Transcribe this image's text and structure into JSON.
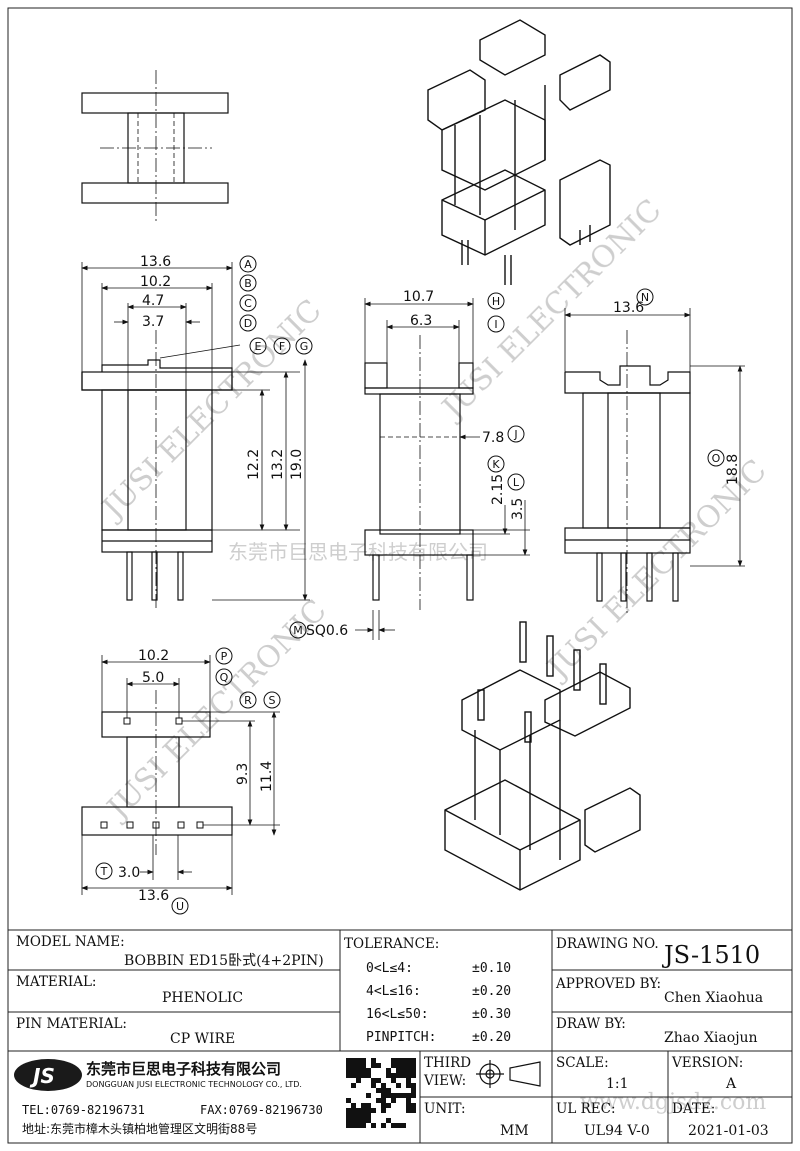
{
  "watermark": {
    "chinese": "东莞市巨思电子科技有限公司",
    "latin": "JUSI ELECTRONIC",
    "site": "www.dgjsdz.com"
  },
  "dimensions": {
    "front_width_outer": "13.6",
    "front_width_inner": "10.2",
    "front_core_4_7": "4.7",
    "front_core_3_7": "3.7",
    "front_height_12_2": "12.2",
    "front_height_13_2": "13.2",
    "front_height_19_0": "19.0",
    "side_width_10_7": "10.7",
    "side_width_6_3": "6.3",
    "side_7_8": "7.8",
    "side_2_15": "2.15",
    "side_3_5": "3.5",
    "pin_sq": "SQ0.6",
    "right_width_13_6": "13.6",
    "right_height_18_8": "18.8",
    "bottom_10_2": "10.2",
    "bottom_5_0": "5.0",
    "bottom_9_3": "9.3",
    "bottom_11_4": "11.4",
    "bottom_3_0": "3.0",
    "bottom_13_6": "13.6"
  },
  "callouts": [
    "A",
    "B",
    "C",
    "D",
    "E",
    "F",
    "G",
    "H",
    "I",
    "J",
    "K",
    "L",
    "M",
    "N",
    "O",
    "P",
    "Q",
    "R",
    "S",
    "T",
    "U"
  ],
  "title_block": {
    "model_name_label": "MODEL NAME:",
    "model_name_value": "BOBBIN ED15卧式(4+2PIN)",
    "material_label": "MATERIAL:",
    "material_value": "PHENOLIC",
    "pin_material_label": "PIN MATERIAL:",
    "pin_material_value": "CP WIRE",
    "tolerance_label": "TOLERANCE:",
    "tolerances": [
      {
        "range": "0<L≤4:",
        "value": "±0.10"
      },
      {
        "range": "4<L≤16:",
        "value": "±0.20"
      },
      {
        "range": "16<L≤50:",
        "value": "±0.30"
      },
      {
        "range": "PINPITCH:",
        "value": "±0.20"
      }
    ],
    "drawing_no_label": "DRAWING NO.",
    "drawing_no_value": "JS-1510",
    "approved_by_label": "APPROVED BY:",
    "approved_by_value": "Chen Xiaohua",
    "draw_by_label": "DRAW BY:",
    "draw_by_value": "Zhao Xiaojun",
    "company_logo": "JS",
    "company_name_cn": "东莞市巨思电子科技有限公司",
    "company_name_en": "DONGGUAN JUSI ELECTRONIC TECHNOLOGY CO., LTD.",
    "tel": "TEL:0769-82196731",
    "fax": "FAX:0769-82196730",
    "address": "地址:东莞市樟木头镇柏地管理区文明街88号",
    "third_view_label_1": "THIRD",
    "third_view_label_2": "VIEW:",
    "unit_label": "UNIT:",
    "unit_value": "MM",
    "scale_label": "SCALE:",
    "scale_value": "1:1",
    "version_label": "VERSION:",
    "version_value": "A",
    "ul_rec_label": "UL REC:",
    "ul_rec_value": "UL94 V-0",
    "date_label": "DATE:",
    "date_value": "2021-01-03"
  }
}
